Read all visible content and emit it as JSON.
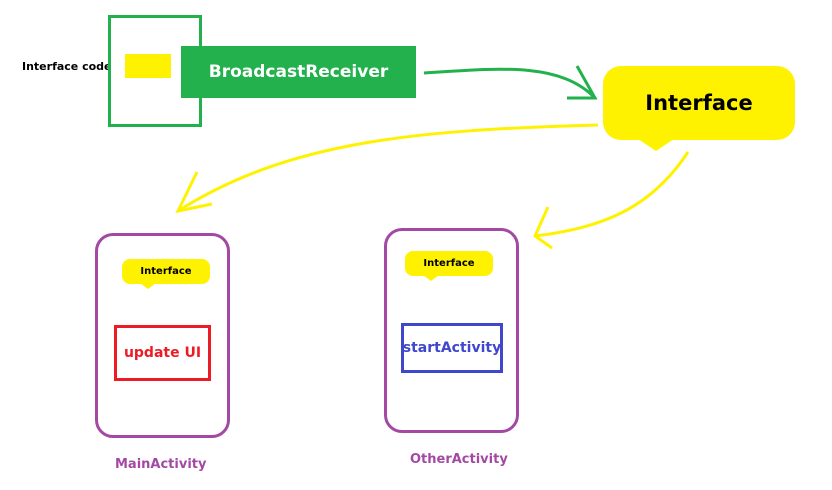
{
  "diagram": {
    "interface_code_label": "Interface code",
    "broadcast_receiver": {
      "label": "BroadcastReceiver",
      "color": "#22b14c"
    },
    "interface_hub": {
      "label": "Interface",
      "color": "#fff200"
    },
    "activities": [
      {
        "name": "MainActivity",
        "interface_label": "Interface",
        "action_label": "update UI",
        "action_color": "#ed1c24"
      },
      {
        "name": "OtherActivity",
        "interface_label": "Interface",
        "action_label": "startActivity",
        "action_color": "#3f48cc"
      }
    ],
    "colors": {
      "activity_frame": "#a349a4",
      "arrow_green": "#22b14c",
      "arrow_yellow": "#fff200"
    }
  }
}
